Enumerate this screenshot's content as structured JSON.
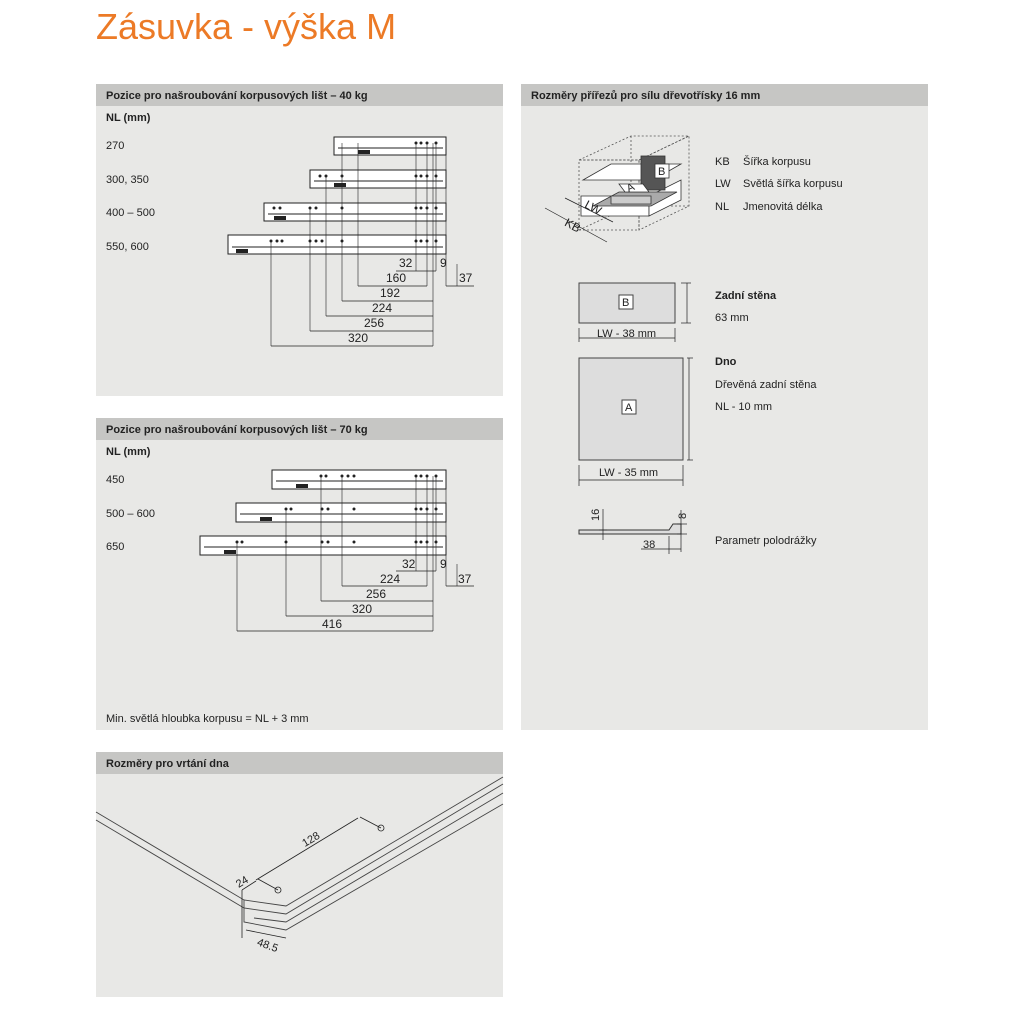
{
  "title": "Zásuvka - výška M",
  "panel_40kg": {
    "header": "Pozice pro našroubování korpusových lišt – 40 kg",
    "nl_label": "NL (mm)",
    "rows": [
      "270",
      "300, 350",
      "400 – 500",
      "550, 600"
    ],
    "dims": [
      "32",
      "9",
      "160",
      "37",
      "192",
      "224",
      "256",
      "320"
    ]
  },
  "panel_70kg": {
    "header": "Pozice pro našroubování korpusových lišt – 70 kg",
    "nl_label": "NL (mm)",
    "rows": [
      "450",
      "500 – 600",
      "650"
    ],
    "dims": [
      "32",
      "9",
      "224",
      "37",
      "256",
      "320",
      "416"
    ],
    "footnote": "Min. světlá hloubka korpusu = NL + 3 mm"
  },
  "panel_cut": {
    "header": "Rozměry přířezů pro sílu dřevotřísky 16 mm",
    "legend": [
      {
        "abbr": "KB",
        "text": "Šířka korpusu"
      },
      {
        "abbr": "LW",
        "text": "Světlá šířka korpusu"
      },
      {
        "abbr": "NL",
        "text": "Jmenovitá délka"
      }
    ],
    "iso_labels": {
      "a": "A",
      "b": "B",
      "lw": "LW",
      "kb": "KB"
    },
    "back_wall": {
      "letter": "B",
      "dim": "LW - 38 mm",
      "title": "Zadní stěna",
      "value": "63 mm"
    },
    "bottom": {
      "letter": "A",
      "dim": "LW - 35 mm",
      "title": "Dno",
      "desc": "Dřevěná zadní stěna",
      "value": "NL - 10 mm"
    },
    "groove": {
      "d1": "16",
      "d2": "8",
      "d3": "38",
      "label": "Parametr polodrážky"
    }
  },
  "panel_drill": {
    "header": "Rozměry pro vrtání dna",
    "dims": [
      "128",
      "24",
      "48.5"
    ]
  }
}
